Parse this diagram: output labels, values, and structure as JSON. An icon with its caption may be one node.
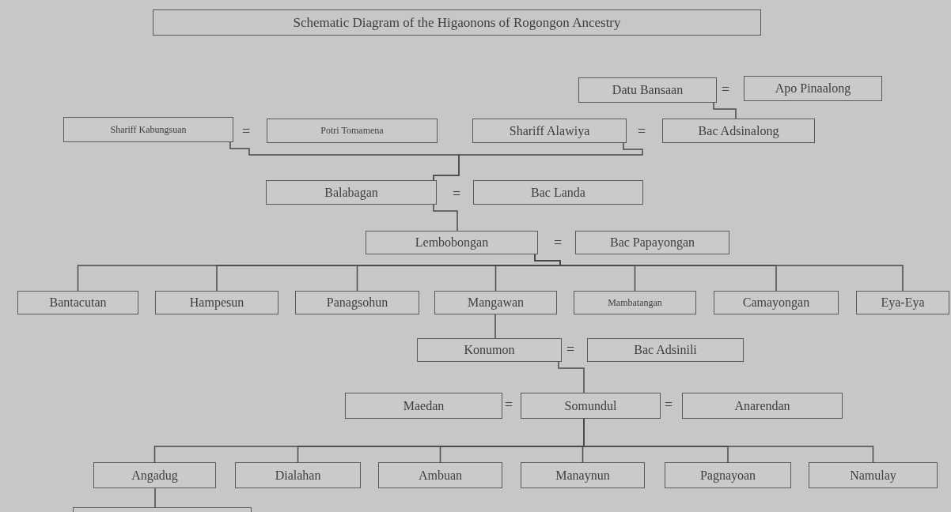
{
  "diagram": {
    "title": "Schematic Diagram of the Higaonons of Rogongon Ancestry",
    "nodes": [
      {
        "text": [
          "Datu Bansaan"
        ]
      },
      {
        "text": [
          "Apo Pinaalong"
        ]
      },
      {
        "text": [
          "Shariff Kabungsuan"
        ]
      },
      {
        "text": [
          "Potri Tomamena"
        ]
      },
      {
        "text": [
          "Shariff Alawiya"
        ]
      },
      {
        "text": [
          "Bac Adsinalong"
        ]
      },
      {
        "text": [
          "Balabagan"
        ]
      },
      {
        "text": [
          "Bac Landa"
        ]
      },
      {
        "text": [
          "Lembobongan"
        ]
      },
      {
        "text": [
          "Bac Papayongan"
        ]
      },
      {
        "text": [
          "Bantacutan"
        ]
      },
      {
        "text": [
          "Hampesun"
        ]
      },
      {
        "text": [
          "Panagsohun"
        ]
      },
      {
        "text": [
          "Mangawan"
        ]
      },
      {
        "text": [
          "Mambatangan"
        ]
      },
      {
        "text": [
          "Camayongan"
        ]
      },
      {
        "text": [
          "Eya-Eya"
        ]
      },
      {
        "text": [
          "Konumon"
        ]
      },
      {
        "text": [
          "Bac Adsinili"
        ]
      },
      {
        "text": [
          "Maedan"
        ]
      },
      {
        "text": [
          "Somundul"
        ]
      },
      {
        "text": [
          "Anarendan"
        ]
      },
      {
        "text": [
          "Angadug"
        ]
      },
      {
        "text": [
          "Dialahan"
        ]
      },
      {
        "text": [
          "Ambuan"
        ]
      },
      {
        "text": [
          "Manaynun"
        ]
      },
      {
        "text": [
          "Pagnayoan"
        ]
      },
      {
        "text": [
          "Namulay"
        ]
      },
      {
        "text": [],
        "shape": "box"
      }
    ],
    "edges": [
      {
        "from": 0,
        "to": 5,
        "arrow": "none"
      },
      {
        "from": 2,
        "to": 6,
        "arrow": "none"
      },
      {
        "from": 4,
        "to": 6,
        "arrow": "none"
      },
      {
        "from": 6,
        "to": 8,
        "arrow": "none"
      },
      {
        "from": 8,
        "to": 10,
        "arrow": "none"
      },
      {
        "from": 8,
        "to": 11,
        "arrow": "none"
      },
      {
        "from": 8,
        "to": 12,
        "arrow": "none"
      },
      {
        "from": 8,
        "to": 13,
        "arrow": "none"
      },
      {
        "from": 8,
        "to": 14,
        "arrow": "none"
      },
      {
        "from": 8,
        "to": 15,
        "arrow": "none"
      },
      {
        "from": 8,
        "to": 16,
        "arrow": "none"
      },
      {
        "from": 13,
        "to": 17,
        "arrow": "none"
      },
      {
        "from": 17,
        "to": 20,
        "arrow": "none"
      },
      {
        "from": 20,
        "to": 22,
        "arrow": "none"
      },
      {
        "from": 20,
        "to": 23,
        "arrow": "none"
      },
      {
        "from": 20,
        "to": 24,
        "arrow": "none"
      },
      {
        "from": 20,
        "to": 25,
        "arrow": "none"
      },
      {
        "from": 20,
        "to": 26,
        "arrow": "none"
      },
      {
        "from": 20,
        "to": 27,
        "arrow": "none"
      },
      {
        "from": 22,
        "to": 28,
        "arrow": "none"
      }
    ],
    "labels": [
      "=",
      "=",
      "=",
      "=",
      "=",
      "=",
      "=",
      "="
    ]
  }
}
